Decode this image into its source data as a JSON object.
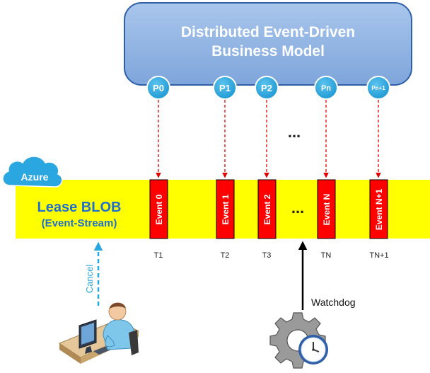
{
  "model": {
    "title_line1": "Distributed Event-Driven",
    "title_line2": "Business Model"
  },
  "nodes": [
    "P0",
    "P1",
    "P2",
    "Pn",
    "Pn+1"
  ],
  "ellipsis": "...",
  "azure": {
    "label": "Azure"
  },
  "blob": {
    "title": "Lease BLOB",
    "subtitle": "(Event-Stream)"
  },
  "events": [
    "Event 0",
    "Event 1",
    "Event 2",
    "Event N",
    "Event N+1"
  ],
  "times": [
    "T1",
    "T2",
    "T3",
    "TN",
    "TN+1"
  ],
  "cancel": {
    "label": "Cancel"
  },
  "watchdog": {
    "label": "Watchdog"
  },
  "colors": {
    "model_fill": "#8fb4e3",
    "model_border": "#2f5fa8",
    "node_fill": "#2aa7e0",
    "blob_fill": "#ffff00",
    "event_fill": "#ff0000",
    "arrow_red": "#e00000",
    "azure_fill": "#2aa7e0",
    "cancel_color": "#2aa7e0"
  }
}
